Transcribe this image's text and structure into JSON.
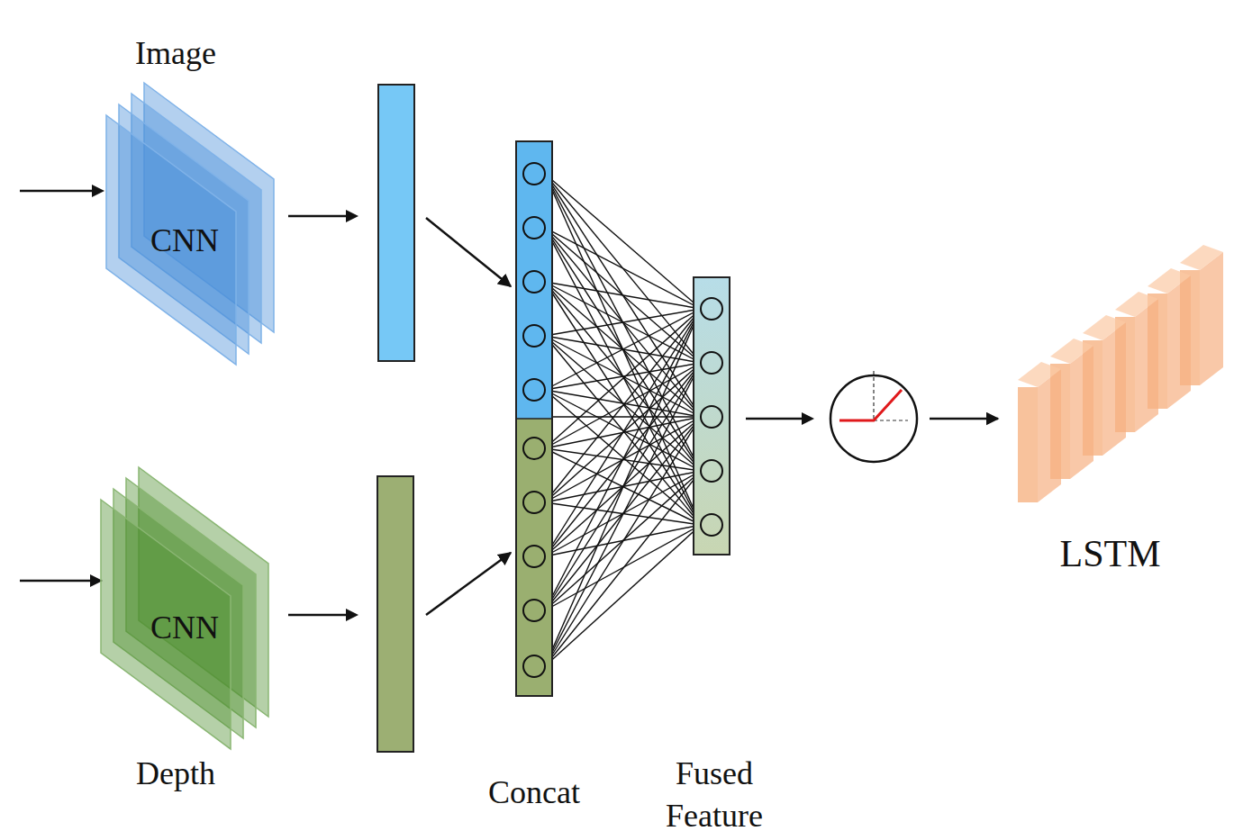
{
  "diagram": {
    "nodes": [
      {
        "text": [
          "Image",
          "CNN"
        ]
      },
      {
        "text": [
          "CNN",
          "Depth"
        ]
      },
      {
        "text": [
          "Concat"
        ]
      },
      {
        "text": [
          "Fused Feature"
        ]
      },
      {
        "text": [
          "LSTM"
        ]
      }
    ],
    "edges": [
      {
        "from": 0,
        "to": 2,
        "arrow": "to"
      },
      {
        "from": 1,
        "to": 2,
        "arrow": "to"
      },
      {
        "from": 2,
        "to": 3,
        "arrow": "to"
      },
      {
        "from": 3,
        "to": 4,
        "arrow": "to"
      }
    ]
  }
}
